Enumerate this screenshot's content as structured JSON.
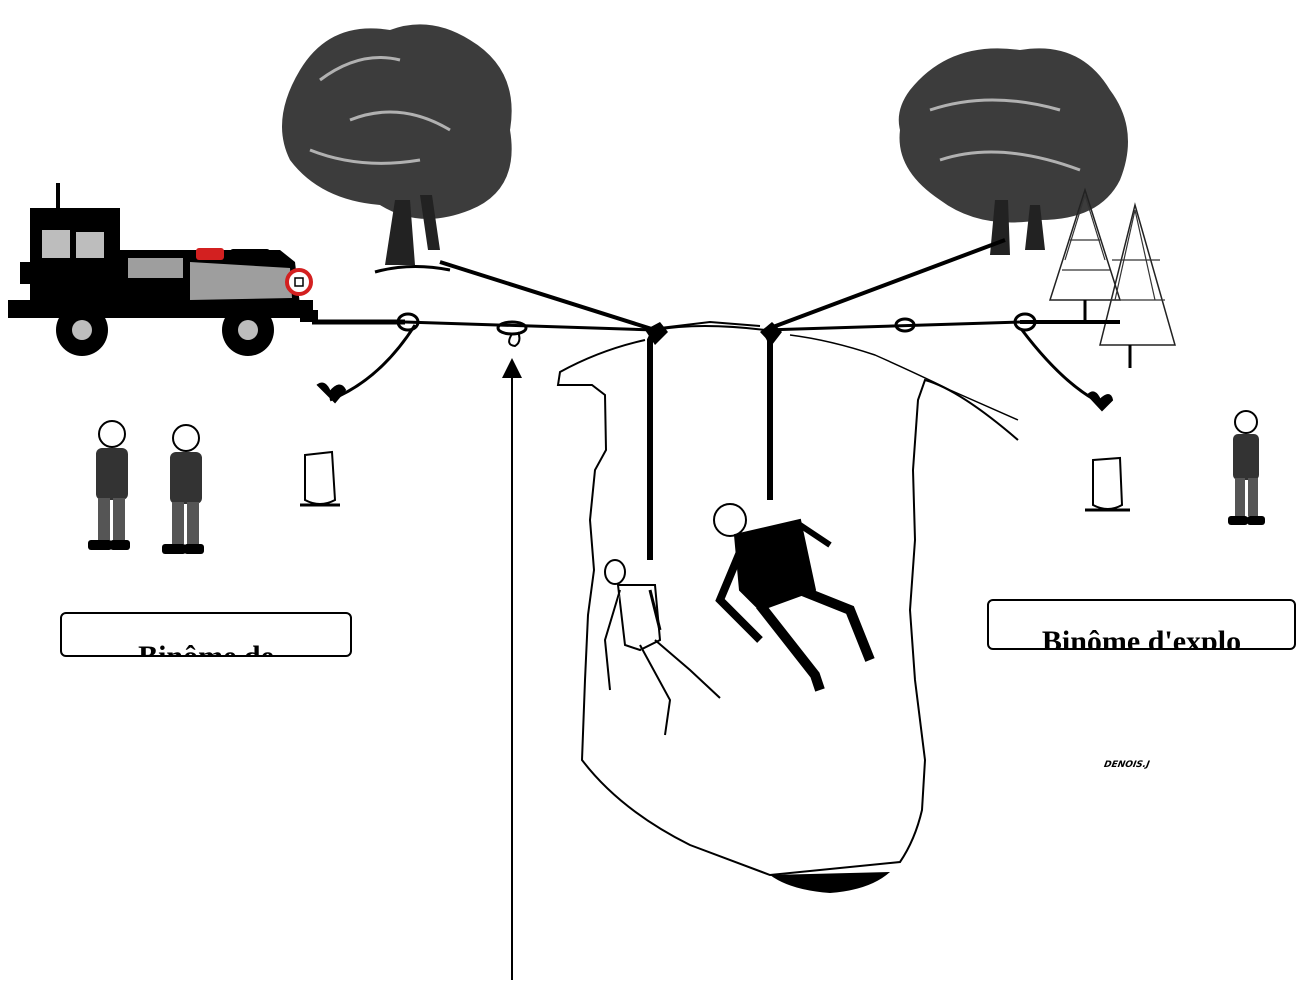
{
  "labels": {
    "left_team": "Binôme de",
    "right_team": "Binôme d'explo",
    "artist_signature": "DENOIS.J"
  },
  "icons": [
    "fire-truck-icon",
    "tree-icon",
    "pine-tree-icon",
    "firefighter-icon",
    "anchor-bag-icon",
    "rope-icon",
    "pulley-icon",
    "carabiner-icon",
    "rescuer-icon",
    "victim-icon",
    "arrow-up-icon"
  ],
  "colors": {
    "line": "#000000",
    "background": "#ffffff",
    "truck_body": "#9e9e9e",
    "truck_accent": "#d32020"
  }
}
